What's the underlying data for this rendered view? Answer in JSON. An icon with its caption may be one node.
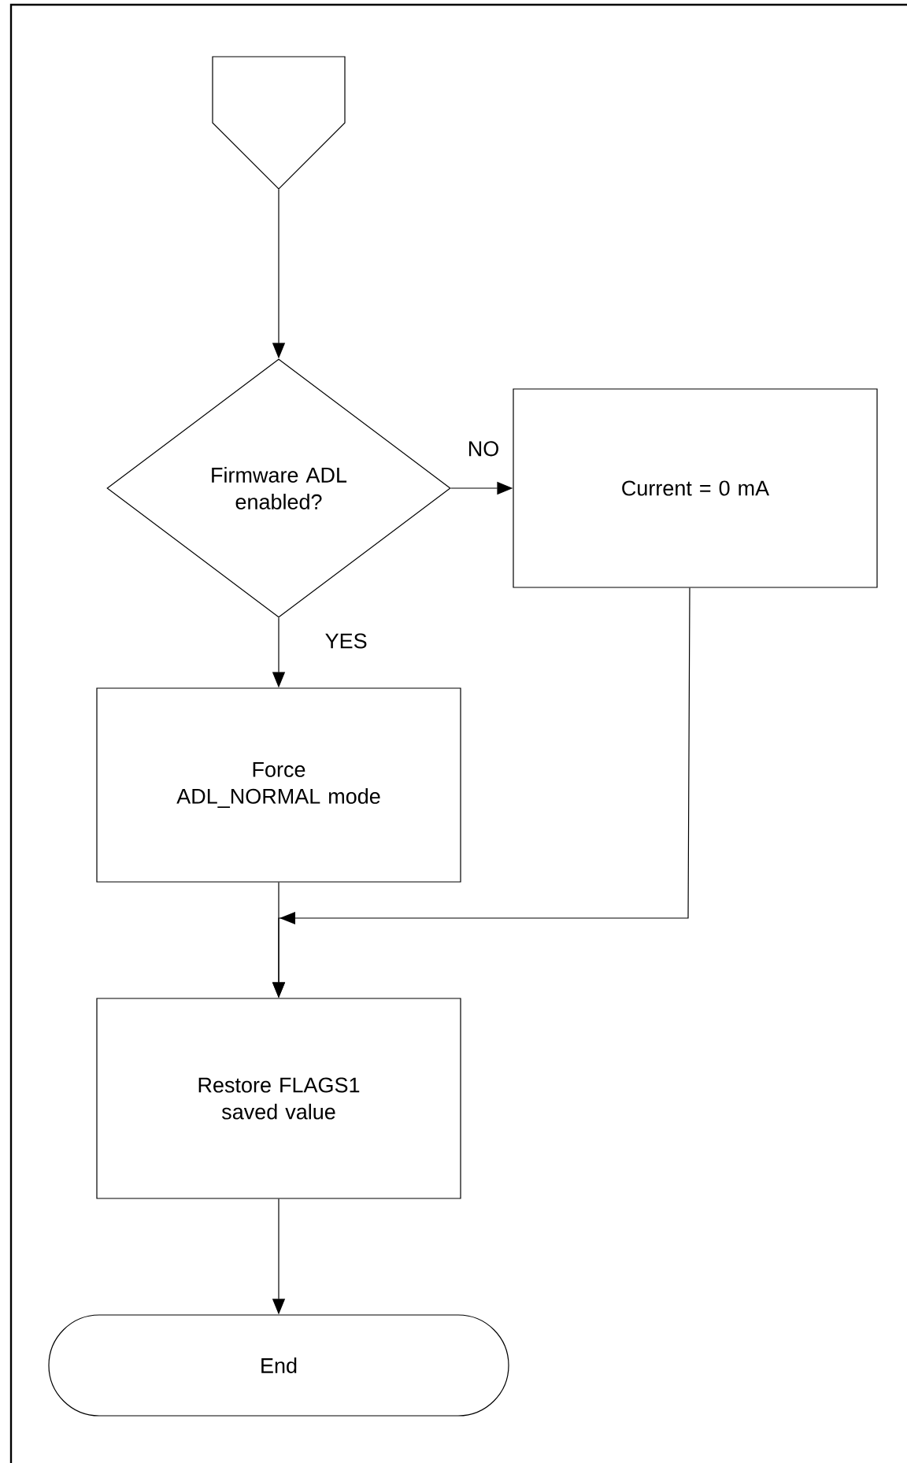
{
  "diagram": {
    "nodes": [
      {
        "text": [],
        "shape": "pentagon"
      },
      {
        "text": [
          "Firmware ADL enabled?"
        ]
      },
      {
        "text": [
          "Current = 0 mA"
        ]
      },
      {
        "text": [
          "Force ADL_NORMAL mode"
        ]
      },
      {
        "text": [
          "Restore  FLAGS1 saved value"
        ]
      },
      {
        "text": [
          "End"
        ]
      }
    ],
    "edges": [
      {
        "from": 0,
        "to": 1,
        "arrow": "to"
      },
      {
        "from": 1,
        "to": 2,
        "arrow": "to",
        "label": "NO"
      },
      {
        "from": 1,
        "to": 3,
        "arrow": "to",
        "label": "YES"
      },
      {
        "from": 3,
        "to": 4,
        "arrow": "to"
      },
      {
        "from": 2,
        "to": 4,
        "arrow": "to"
      },
      {
        "from": 4,
        "to": 5,
        "arrow": "to"
      }
    ]
  }
}
